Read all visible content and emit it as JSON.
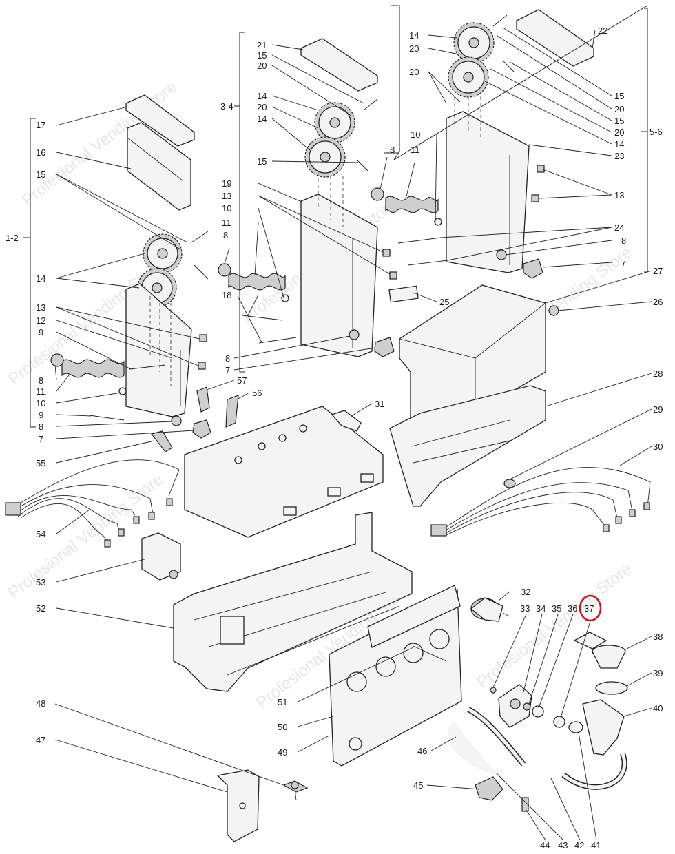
{
  "labels": {
    "l1_2": "1-2",
    "l3_4": "3-4",
    "l5_6": "5-6",
    "n7": "7",
    "n8": "8",
    "n9": "9",
    "n10": "10",
    "n11": "11",
    "n12": "12",
    "n13": "13",
    "n14": "14",
    "n15": "15",
    "n16": "16",
    "n17": "17",
    "n18": "18",
    "n19": "19",
    "n20": "20",
    "n21": "21",
    "n22": "22",
    "n23": "23",
    "n24": "24",
    "n25": "25",
    "n26": "26",
    "n27": "27",
    "n28": "28",
    "n29": "29",
    "n30": "30",
    "n31": "31",
    "n32": "32",
    "n33": "33",
    "n34": "34",
    "n35": "35",
    "n36": "36",
    "n37": "37",
    "n38": "38",
    "n39": "39",
    "n40": "40",
    "n41": "41",
    "n42": "42",
    "n43": "43",
    "n44": "44",
    "n45": "45",
    "n46": "46",
    "n47": "47",
    "n48": "48",
    "n49": "49",
    "n50": "50",
    "n51": "51",
    "n52": "52",
    "n53": "53",
    "n54": "54",
    "n55": "55",
    "n56": "56",
    "n57": "57"
  },
  "watermark": "Profesional Vending Store",
  "highlight": {
    "part": "37",
    "color": "#d0121b"
  },
  "colors": {
    "line": "#222222",
    "watermark": "#b9b9b9"
  }
}
